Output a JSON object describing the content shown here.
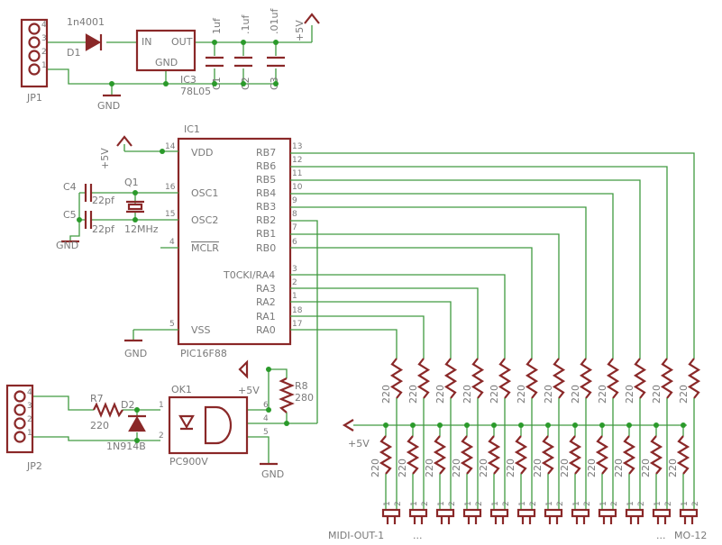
{
  "power": {
    "jp1": {
      "ref": "JP1",
      "pins": [
        "4",
        "3",
        "2",
        "1"
      ]
    },
    "d1": {
      "ref": "D1",
      "value": "1n4001"
    },
    "ic3": {
      "ref": "IC3",
      "value": "78L05",
      "in": "IN",
      "out": "OUT",
      "gnd": "GND"
    },
    "c1": {
      "ref": "C1",
      "value": "1uf"
    },
    "c2": {
      "ref": "C2",
      "value": ".1uf"
    },
    "c3": {
      "ref": "C3",
      "value": ".01uf"
    },
    "vcc": "+5V",
    "gnd": "GND"
  },
  "mcu": {
    "ref": "IC1",
    "value": "PIC16F88",
    "vcc": "+5V",
    "gnd": "GND",
    "left_pins": [
      {
        "name": "VDD",
        "num": "14"
      },
      {
        "name": "OSC1",
        "num": "16"
      },
      {
        "name": "OSC2",
        "num": "15"
      },
      {
        "name": "MCLR",
        "num": "4"
      },
      {
        "name": "VSS",
        "num": "5"
      }
    ],
    "right_pins": [
      {
        "name": "RB7",
        "num": "13"
      },
      {
        "name": "RB6",
        "num": "12"
      },
      {
        "name": "RB5",
        "num": "11"
      },
      {
        "name": "RB4",
        "num": "10"
      },
      {
        "name": "RB3",
        "num": "9"
      },
      {
        "name": "RB2",
        "num": "8"
      },
      {
        "name": "RB1",
        "num": "7"
      },
      {
        "name": "RB0",
        "num": "6"
      },
      {
        "name": "T0CKI/RA4",
        "num": "3"
      },
      {
        "name": "RA3",
        "num": "2"
      },
      {
        "name": "RA2",
        "num": "1"
      },
      {
        "name": "RA1",
        "num": "18"
      },
      {
        "name": "RA0",
        "num": "17"
      }
    ]
  },
  "osc": {
    "c4": {
      "ref": "C4",
      "value": "22pf"
    },
    "c5": {
      "ref": "C5",
      "value": "22pf"
    },
    "q1": {
      "ref": "Q1",
      "value": "12MHz"
    },
    "gnd": "GND"
  },
  "midi_in": {
    "jp2": {
      "ref": "JP2",
      "pins": [
        "4",
        "3",
        "2",
        "1"
      ]
    },
    "r7": {
      "ref": "R7",
      "value": "220"
    },
    "d2": {
      "ref": "D2",
      "value": "1N914B"
    },
    "ok1": {
      "ref": "OK1",
      "value": "PC900V",
      "pins": [
        "1",
        "2",
        "6",
        "4",
        "5"
      ]
    },
    "r8": {
      "ref": "R8",
      "value": "280"
    },
    "vcc": "+5V",
    "gnd": "GND"
  },
  "outputs": {
    "resistor_value": "220",
    "connector_pins": [
      "1",
      "2"
    ],
    "vcc": "+5V",
    "first_label": "MIDI-OUT-1",
    "mid_label_1": "...",
    "mid_label_2": "...",
    "last_label": "MO-12"
  }
}
